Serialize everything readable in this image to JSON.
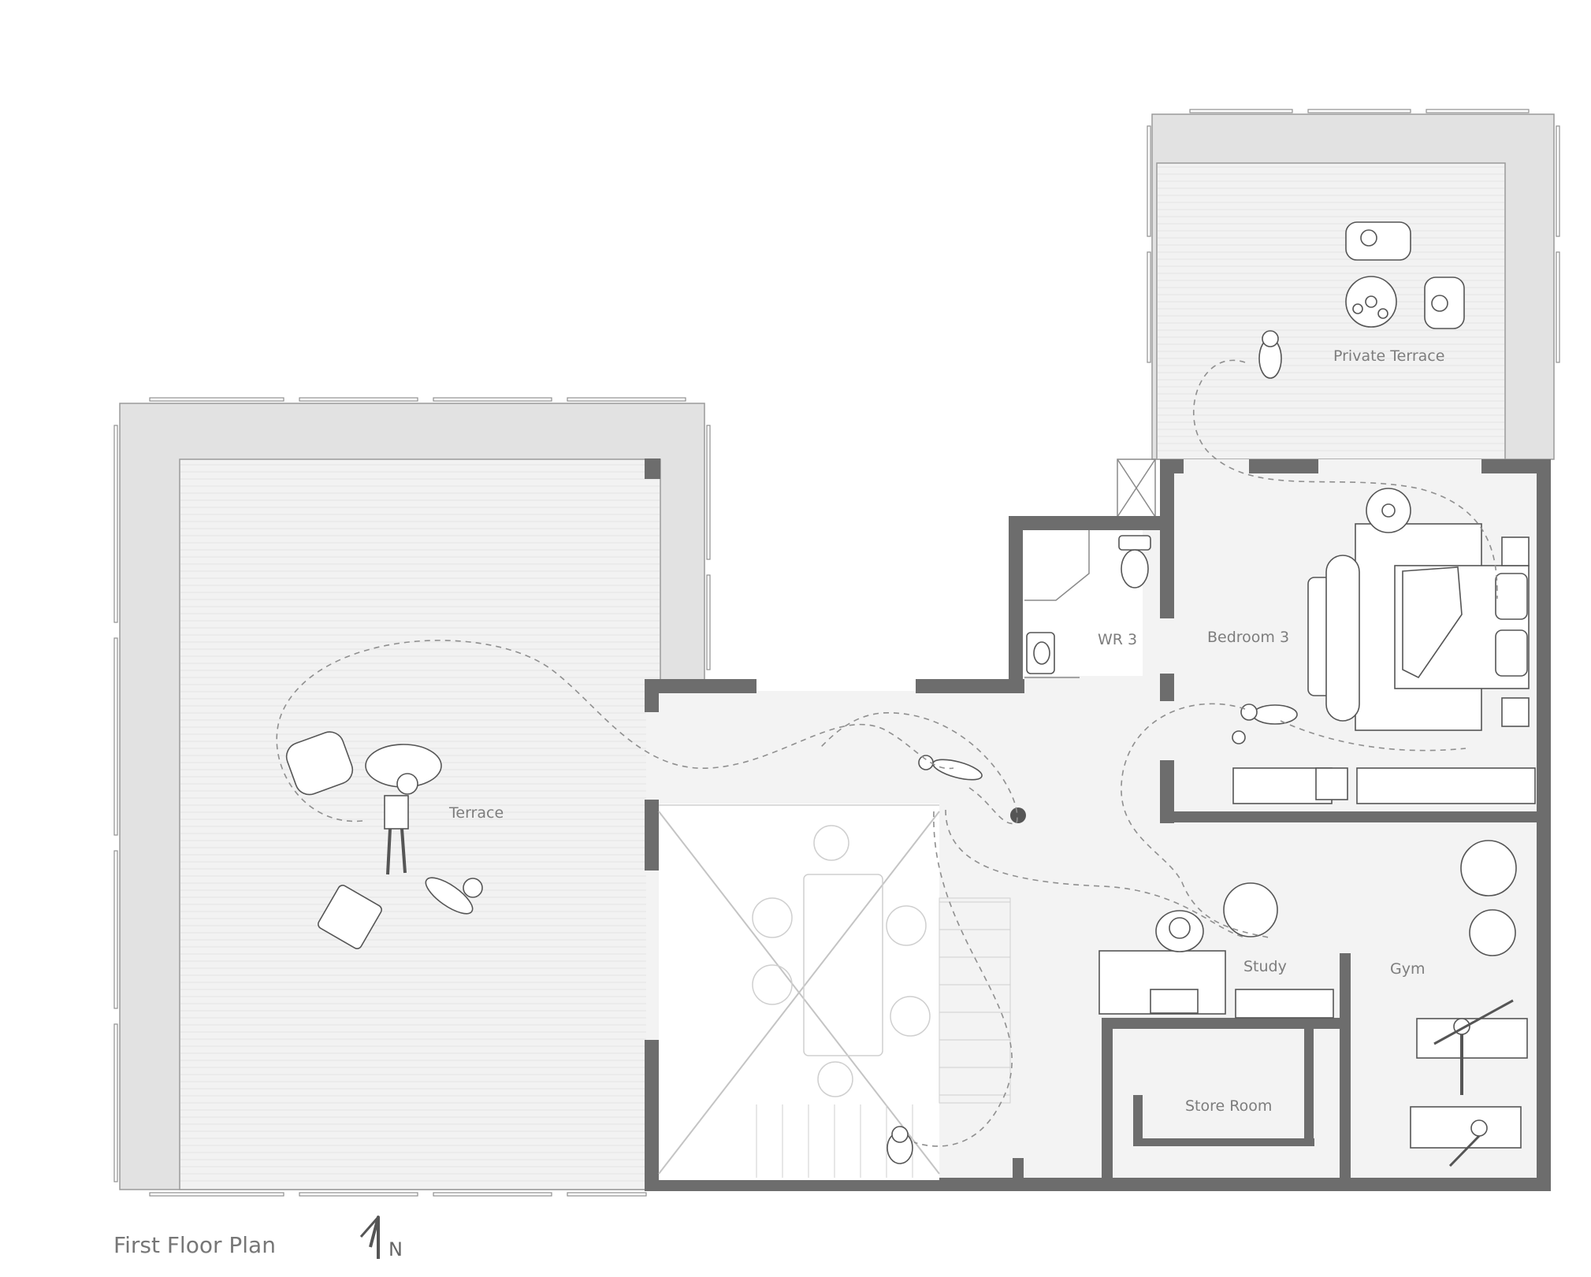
{
  "title": "First Floor Plan",
  "north_label": "N",
  "rooms": {
    "terrace": "Terrace",
    "private_terrace": "Private Terrace",
    "wr3": "WR 3",
    "bedroom3": "Bedroom 3",
    "study": "Study",
    "gym": "Gym",
    "store_room": "Store Room"
  },
  "colors": {
    "wall": "#6d6d6d",
    "parapet": "#e2e2e2",
    "deck": "#f2f2f2",
    "floor": "#f3f3f3",
    "label": "#7d7d7d"
  },
  "icons": [
    "north-arrow-icon",
    "dog-icon",
    "person-icon",
    "chair-icon",
    "bed-icon",
    "toilet-icon",
    "sink-icon",
    "plant-icon"
  ]
}
